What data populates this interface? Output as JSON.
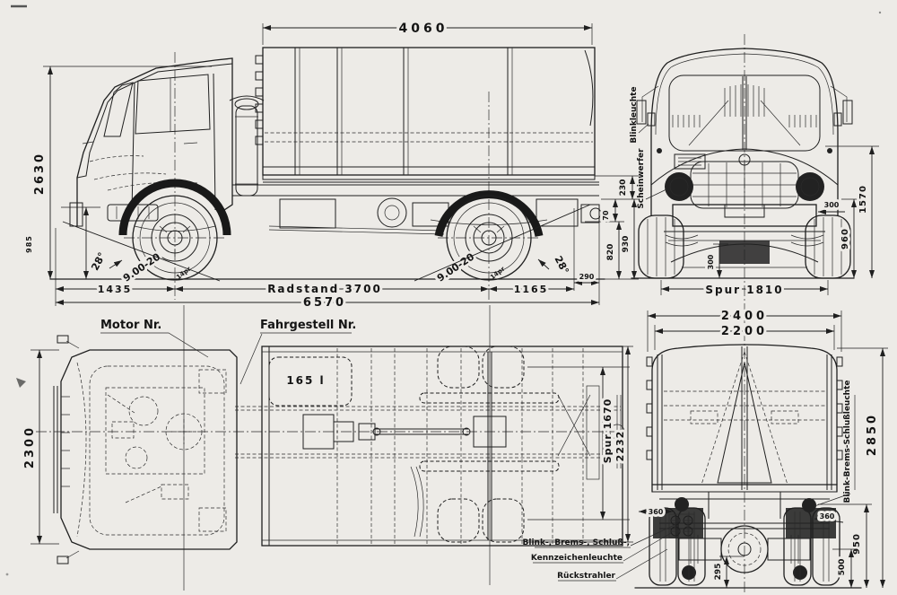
{
  "colors": {
    "paper": "#edebe7",
    "ink": "#1f1f1f"
  },
  "views": {
    "side": {
      "dim_bed_length": "4060",
      "dim_overall_height": "2630",
      "dim_front_height": "985",
      "angle_front": "28°",
      "angle_rear": "28°",
      "tire_front": "9.00-20",
      "tire_front_ply": "14pr",
      "tire_rear": "9.00-20",
      "tire_rear_ply": "14pr",
      "dim_front_overhang": "1435",
      "dim_wheelbase": "Radstand 3700",
      "dim_rear_overhang": "1165",
      "dim_rear_hitch": "290",
      "dim_overall_length": "6570",
      "dim_frame_230": "230",
      "dim_frame_70": "70",
      "dim_frame_820": "820",
      "dim_frame_930": "930"
    },
    "front": {
      "label_blinker": "Blinkleuchte",
      "label_headlamp": "Scheinwerfer",
      "dim_bumper_300": "300",
      "dim_1570": "1570",
      "dim_960": "960",
      "dim_clearance_300": "300",
      "dim_track": "Spur 1810"
    },
    "plan": {
      "label_engine_no": "Motor Nr.",
      "label_chassis_no": "Fahrgestell Nr.",
      "label_tank": "165 l",
      "dim_cab_width": "2300",
      "dim_rear_track": "Spur 1670",
      "dim_outer_width": "2232"
    },
    "rear": {
      "dim_width_overall": "2400",
      "dim_width_body": "2200",
      "dim_height": "2850",
      "dim_360_left": "360",
      "dim_360_right": "360",
      "dim_950": "950",
      "dim_500": "500",
      "dim_295": "295",
      "label_taillight": "Blink-Brems-Schlußleuchte",
      "label_lamps_line1": "Blink-, Brems-, Schluß-,",
      "label_lamps_line2": "Kennzeichenleuchte",
      "label_reflector": "Rückstrahler"
    }
  }
}
